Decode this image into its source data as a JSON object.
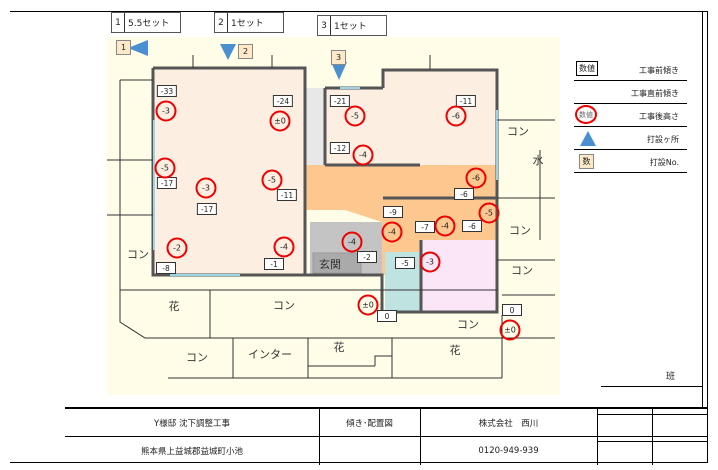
{
  "sets": [
    {
      "no": "1",
      "value": "5.5セット"
    },
    {
      "no": "2",
      "value": "1セット"
    },
    {
      "no": "3",
      "value": "1セット"
    }
  ],
  "markers": [
    "1",
    "2",
    "3"
  ],
  "before_tilt": [
    "-33",
    "-24",
    "-17",
    "-17",
    "-11",
    "-8",
    "-1",
    "-21",
    "-11",
    "-12",
    "-6",
    "-9",
    "-7",
    "-6",
    "-2",
    "-5",
    "0",
    "0"
  ],
  "after_height": [
    "-3",
    "±0",
    "-5",
    "-3",
    "-5",
    "-2",
    "-4",
    "-5",
    "-6",
    "-4",
    "-6",
    "-5",
    "-4",
    "-4",
    "-4",
    "-3",
    "±0",
    "±0"
  ],
  "area_labels": [
    "コン",
    "花",
    "コン",
    "コン",
    "インター",
    "花",
    "花",
    "コン",
    "水",
    "コン",
    "コン",
    "コン",
    "玄関"
  ],
  "legend": {
    "sample_box": "数値",
    "before": "工事前傾き",
    "just_before": "工事直前傾き",
    "sample_circle": "数値",
    "after": "工事後高さ",
    "point": "打設ヶ所",
    "no_sample": "数",
    "no": "打設No."
  },
  "group": "班",
  "title_block": {
    "project": "Y様邸 沈下調整工事",
    "address": "熊本県上益城郡益城町小池",
    "drawing": "傾き･配置図",
    "company": "株式会社　西川",
    "phone": "0120-949-939"
  },
  "colors": {
    "room": "#fdeee2",
    "hall": "#fcc890",
    "entry": "#c0c0c0",
    "toilet": "#bfe3e0",
    "bath": "#fbe6f7",
    "marker": "#4a8fd0",
    "circle": "#e00000"
  }
}
